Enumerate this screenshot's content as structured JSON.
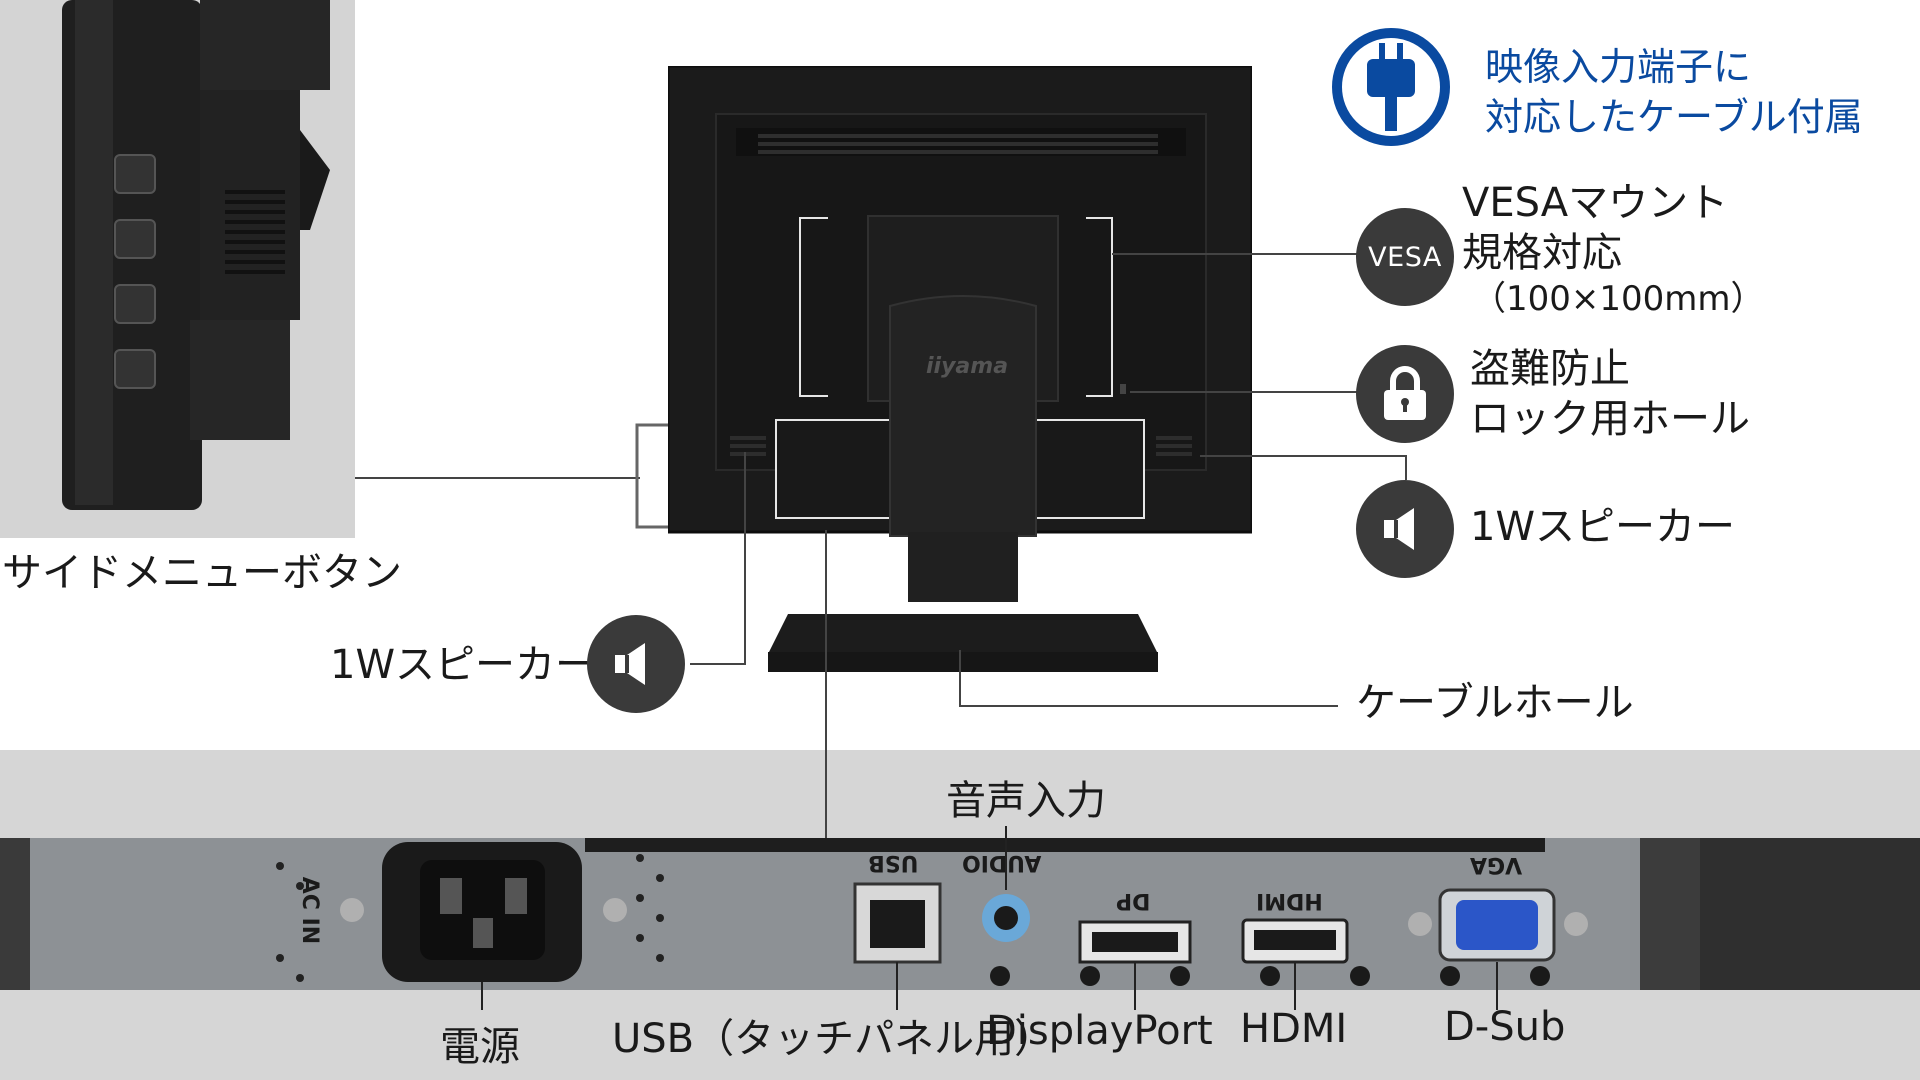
{
  "side_callout": {
    "label": "サイドメニューボタン"
  },
  "cable_badge": {
    "line1": "映像入力端子に",
    "line2": "対応したケーブル付属",
    "color": "#0a4aa0"
  },
  "vesa": {
    "badge": "VESA",
    "line1": "VESAマウント",
    "line2": "規格対応",
    "line3": "（100×100mm）"
  },
  "lock": {
    "line1": "盗難防止",
    "line2": "ロック用ホール"
  },
  "speaker_right": {
    "label": "1Wスピーカー"
  },
  "speaker_left": {
    "label": "1Wスピーカー"
  },
  "cable_hole": {
    "label": "ケーブルホール"
  },
  "monitor": {
    "brand": "iiyama"
  },
  "audio_input": {
    "label": "音声入力"
  },
  "ports_panel": {
    "ac_in": "AC IN",
    "usb": "USB",
    "audio": "AUDIO",
    "dp": "DP",
    "hdmi": "HDMI",
    "vga": "VGA"
  },
  "bottom_labels": {
    "power": "電源",
    "usb": "USB（タッチパネル用）",
    "displayport": "DisplayPort",
    "hdmi": "HDMI",
    "dsub": "D-Sub"
  }
}
